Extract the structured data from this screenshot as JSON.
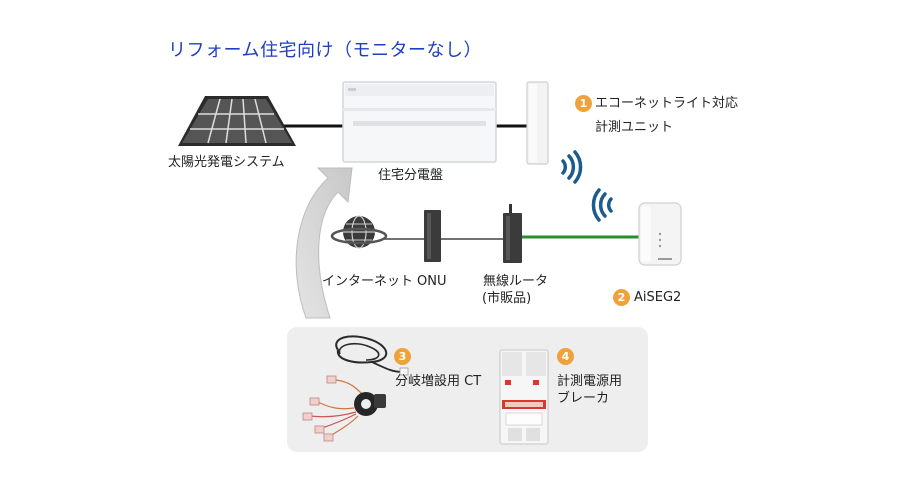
{
  "title": "リフォーム住宅向け（モニターなし）",
  "devices": {
    "solar": "太陽光発電システム",
    "panel": "住宅分電盤",
    "meter_line1": "エコーネットライト対応",
    "meter_line2": "計測ユニット",
    "internet": "インターネット",
    "onu": "ONU",
    "router_line1": "無線ルータ",
    "router_line2": "(市販品)",
    "aiseg": "AiSEG2",
    "ct": "分岐増設用 CT",
    "breaker_line1": "計測電源用",
    "breaker_line2": "ブレーカ"
  },
  "badges": {
    "b1": "1",
    "b2": "2",
    "b3": "3",
    "b4": "4"
  },
  "colors": {
    "title": "#1f3fbf",
    "badge": "#f0a23a",
    "wifi": "#1b5c8c",
    "lan": "#2e8b2e"
  }
}
